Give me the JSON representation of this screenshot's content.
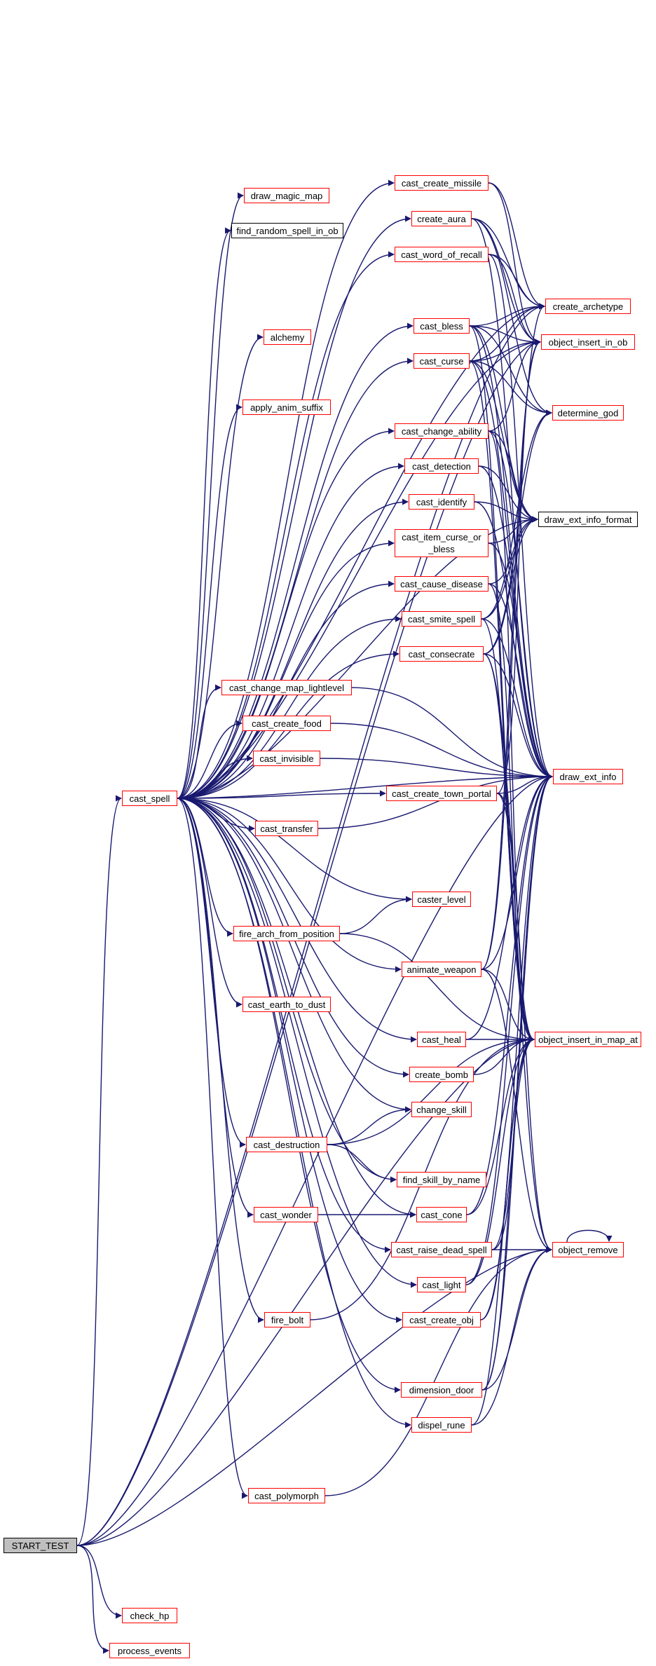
{
  "colors": {
    "edge": "#191970",
    "node_border": "#ff0000",
    "root_border": "#000000",
    "start_fill": "#bfbfbf"
  },
  "nodes": {
    "start_test": "START_TEST",
    "check_hp": "check_hp",
    "process_events": "process_events",
    "cast_spell": "cast_spell",
    "draw_magic_map": "draw_magic_map",
    "find_random_spell_in_ob": "find_random_spell_in_ob",
    "alchemy": "alchemy",
    "apply_anim_suffix": "apply_anim_suffix",
    "cast_change_map_lightlevel": "cast_change_map_lightlevel",
    "cast_create_food": "cast_create_food",
    "cast_invisible": "cast_invisible",
    "cast_transfer": "cast_transfer",
    "fire_arch_from_position": "fire_arch_from_position",
    "cast_earth_to_dust": "cast_earth_to_dust",
    "cast_destruction": "cast_destruction",
    "cast_wonder": "cast_wonder",
    "fire_bolt": "fire_bolt",
    "cast_polymorph": "cast_polymorph",
    "cast_create_missile": "cast_create_missile",
    "create_aura": "create_aura",
    "cast_word_of_recall": "cast_word_of_recall",
    "cast_bless": "cast_bless",
    "cast_curse": "cast_curse",
    "cast_change_ability": "cast_change_ability",
    "cast_detection": "cast_detection",
    "cast_identify": "cast_identify",
    "cast_item_curse_or_bless_1": "cast_item_curse_or",
    "cast_item_curse_or_bless_2": "_bless",
    "cast_cause_disease": "cast_cause_disease",
    "cast_smite_spell": "cast_smite_spell",
    "cast_consecrate": "cast_consecrate",
    "cast_create_town_portal": "cast_create_town_portal",
    "caster_level": "caster_level",
    "animate_weapon": "animate_weapon",
    "cast_heal": "cast_heal",
    "create_bomb": "create_bomb",
    "change_skill": "change_skill",
    "find_skill_by_name": "find_skill_by_name",
    "cast_cone": "cast_cone",
    "cast_raise_dead_spell": "cast_raise_dead_spell",
    "cast_light": "cast_light",
    "cast_create_obj": "cast_create_obj",
    "dimension_door": "dimension_door",
    "dispel_rune": "dispel_rune",
    "create_archetype": "create_archetype",
    "object_insert_in_ob": "object_insert_in_ob",
    "determine_god": "determine_god",
    "draw_ext_info_format": "draw_ext_info_format",
    "draw_ext_info": "draw_ext_info",
    "object_insert_in_map_at": "object_insert_in_map_at",
    "object_remove": "object_remove"
  }
}
